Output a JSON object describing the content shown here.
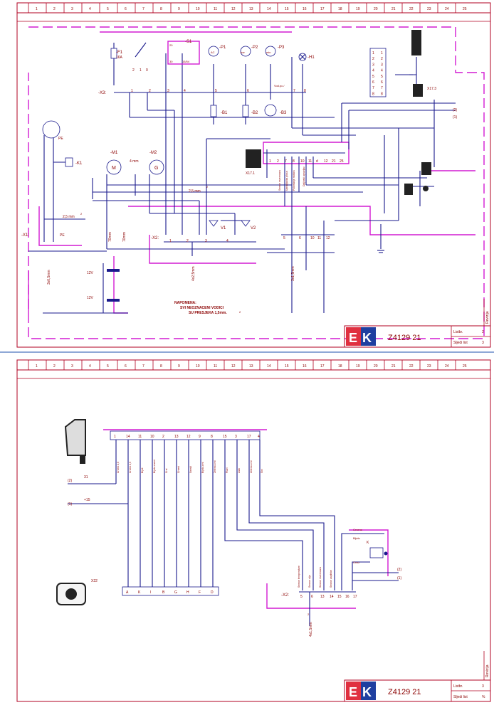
{
  "sheet1": {
    "column_numbers": [
      "1",
      "2",
      "3",
      "4",
      "5",
      "6",
      "7",
      "8",
      "9",
      "10",
      "11",
      "12",
      "13",
      "14",
      "15",
      "16",
      "17",
      "18",
      "19",
      "20",
      "21",
      "22",
      "23",
      "24",
      "25"
    ],
    "logo": {
      "letters_e": "E",
      "letters_k": "K"
    },
    "drawing_number": "Z4129 21",
    "list_label": "Listbr.",
    "list_value": "2",
    "next_label": "Sljedi list",
    "next_value": "3",
    "revision_label": "Revizija",
    "components": {
      "F1": "-F1",
      "F1_rating": "16A",
      "S1": "-S1",
      "P1": "-P1",
      "P2": "-P2",
      "P3": "-P3",
      "H1": "-H1",
      "P1_unit": "AC",
      "P2_unit": "bar",
      "P3_unit": "min",
      "B1": "-B1",
      "B2": "-B2",
      "B3": "-B3",
      "M1": "-M1",
      "M2": "-M2",
      "M_symbol": "M",
      "G_symbol": "G",
      "K1": "-K1",
      "X1": "-X1:",
      "X2": "-X2:",
      "X3": "-X3:",
      "X17_1": "X17.1",
      "X17_3": "X17.3",
      "V1": "V1",
      "V2": "V2",
      "PE": "PE",
      "vodeni": "Vod.pc./"
    },
    "switch_positions": {
      "p2": "2",
      "p1": "1",
      "p0": "0"
    },
    "s1_terminals": [
      "20",
      "30",
      "15/54"
    ],
    "x3_terminals": [
      "1",
      "2",
      "3",
      "4",
      "5",
      "6",
      "7",
      "8"
    ],
    "x17_3_rows": [
      [
        "1",
        "1"
      ],
      [
        "2",
        "2"
      ],
      [
        "3",
        "3"
      ],
      [
        "4",
        "4"
      ],
      [
        "5",
        "5"
      ],
      [
        "6",
        "6"
      ],
      [
        "7",
        "7"
      ],
      [
        "8",
        "8"
      ]
    ],
    "right_terminals": [
      "1",
      "2",
      "7",
      "8",
      "10",
      "11",
      "d",
      "12",
      "21",
      "25"
    ],
    "x2_terminals_left": [
      "1",
      "2",
      "3",
      "4"
    ],
    "x2_terminals_right": [
      "5",
      "6",
      "10",
      "11",
      "12"
    ],
    "cable_labels": {
      "c1": "(2)",
      "c2": "(1)",
      "c25": "2,5 mm",
      "c70a": "70mm",
      "c70b": "70mm",
      "c4": "4 mm",
      "c25b": "2,5 mm",
      "c3x": "3x0,5mm",
      "c4x2": "4x2,5mm",
      "c3x1": "3x1,5mm",
      "sq": "2"
    },
    "batteries": [
      "12V",
      "12V"
    ],
    "vertical_labels": [
      "Sensor rezervoara",
      "Upravljacka ploca",
      "Pokretanje motora",
      "Daljinski upravljac"
    ],
    "note": {
      "title": "NAPOMENA:",
      "line1": "SVI NEOZNACENI VODICI",
      "line2": "SU PRESJEKA 1,5mm.",
      "sup": "2"
    }
  },
  "sheet2": {
    "column_numbers": [
      "1",
      "2",
      "3",
      "4",
      "5",
      "6",
      "7",
      "8",
      "9",
      "10",
      "11",
      "12",
      "13",
      "14",
      "15",
      "16",
      "17",
      "18",
      "19",
      "20",
      "21",
      "22",
      "23",
      "24",
      "25"
    ],
    "top_terminals": [
      "1",
      "14",
      "11",
      "10",
      "2",
      "13",
      "12",
      "9",
      "8",
      "15",
      "3",
      "17",
      "4"
    ],
    "wire_colors": [
      "Crveni 2,5",
      "Crveni 2,5",
      "Bijeli",
      "Bijelo-crveni",
      "Crni",
      "Crveni",
      "Smedi",
      "Bijelo-crni",
      "Zeleno-crni",
      "Plavi",
      "Zuto",
      "Zeleno-crni",
      "Sivi"
    ],
    "bottom_terminals": [
      "A",
      "K",
      "I",
      "B",
      "G",
      "H",
      "F",
      "D"
    ],
    "cable_left": {
      "l2": "(2)",
      "v31": "31",
      "l1": "(1)",
      "v15": "+15"
    },
    "x22": "X22",
    "x2_label": "-X2:",
    "x2_terminals": [
      "5",
      "6",
      "13",
      "14",
      "15",
      "16",
      "17"
    ],
    "sensor_labels": [
      "Sensor temperature",
      "Senzor ulja",
      "Senzor rezervoara",
      "Senzor zaptivke"
    ],
    "right_labels": {
      "crveno": "Crveno",
      "bijelo": "Bijelo",
      "crno": "Crno",
      "k": "K",
      "l2": "(2)",
      "l1": "(1)"
    },
    "cable_bottom": "4x1,5mm",
    "sq": "2",
    "logo": {
      "letters_e": "E",
      "letters_k": "K"
    },
    "drawing_number": "Z4129 21",
    "list_label": "Listbr.",
    "list_value": "3",
    "next_label": "Sljedi list",
    "next_value": "%",
    "revision_label": "Revizija"
  }
}
